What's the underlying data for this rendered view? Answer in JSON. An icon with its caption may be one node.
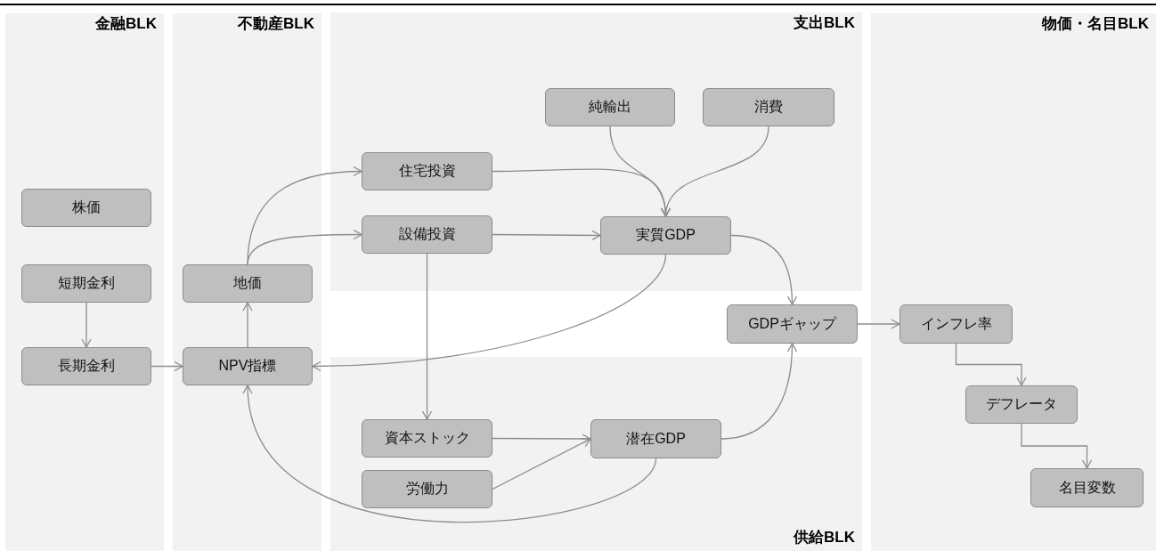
{
  "diagram": {
    "nodes": [
      {
        "text": [
          "金融BLK"
        ]
      },
      {
        "text": [
          "株価"
        ],
        "in": 0
      },
      {
        "text": [
          "短期金利"
        ],
        "in": 0
      },
      {
        "text": [
          "長期金利"
        ],
        "in": 0
      },
      {
        "text": [
          "不動産BLK"
        ]
      },
      {
        "text": [
          "地価"
        ],
        "in": 4
      },
      {
        "text": [
          "NPV指標"
        ],
        "in": 4
      },
      {
        "text": [
          "支出BLK"
        ]
      },
      {
        "text": [
          "純輸出"
        ],
        "in": 7
      },
      {
        "text": [
          "消費"
        ],
        "in": 7
      },
      {
        "text": [
          "住宅投資"
        ],
        "in": 7
      },
      {
        "text": [
          "設備投資"
        ],
        "in": 7
      },
      {
        "text": [
          "実質GDP"
        ],
        "in": 7
      },
      {
        "text": [
          "GDPギャップ"
        ]
      },
      {
        "text": [
          "供給BLK"
        ]
      },
      {
        "text": [
          "資本ストック"
        ],
        "in": 14
      },
      {
        "text": [
          "労働力"
        ],
        "in": 14
      },
      {
        "text": [
          "潜在GDP"
        ],
        "in": 14
      },
      {
        "text": [
          "物価・名目BLK"
        ]
      },
      {
        "text": [
          "インフレ率"
        ],
        "in": 18
      },
      {
        "text": [
          "デフレータ"
        ],
        "in": 18
      },
      {
        "text": [
          "名目変数"
        ],
        "in": 18
      }
    ],
    "edges": [
      {
        "from": 2,
        "to": 3,
        "arrow": "to"
      },
      {
        "from": 3,
        "to": 6,
        "arrow": "to"
      },
      {
        "from": 6,
        "to": 5,
        "arrow": "to"
      },
      {
        "from": 5,
        "to": 10,
        "arrow": "to"
      },
      {
        "from": 5,
        "to": 11,
        "arrow": "to"
      },
      {
        "from": 10,
        "to": 12,
        "arrow": "to"
      },
      {
        "from": 8,
        "to": 12,
        "arrow": "to"
      },
      {
        "from": 9,
        "to": 12,
        "arrow": "to"
      },
      {
        "from": 11,
        "to": 12,
        "arrow": "to"
      },
      {
        "from": 12,
        "to": 6,
        "arrow": "to"
      },
      {
        "from": 11,
        "to": 15,
        "arrow": "to"
      },
      {
        "from": 15,
        "to": 17,
        "arrow": "to"
      },
      {
        "from": 16,
        "to": 17,
        "arrow": "to"
      },
      {
        "from": 17,
        "to": 6,
        "arrow": "to"
      },
      {
        "from": 12,
        "to": 13,
        "arrow": "to"
      },
      {
        "from": 17,
        "to": 13,
        "arrow": "to"
      },
      {
        "from": 13,
        "to": 19,
        "arrow": "to"
      },
      {
        "from": 19,
        "to": 20,
        "arrow": "to"
      },
      {
        "from": 20,
        "to": 21,
        "arrow": "to"
      }
    ]
  }
}
